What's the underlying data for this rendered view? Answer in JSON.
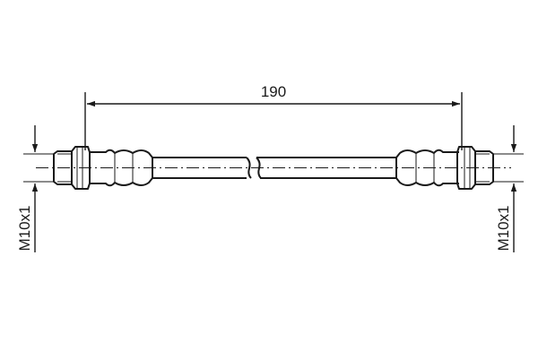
{
  "drawing": {
    "dimension_length": "190",
    "thread_left": "M10x1",
    "thread_right": "M10x1"
  },
  "colors": {
    "line": "#1a1a1a",
    "background": "#ffffff"
  }
}
